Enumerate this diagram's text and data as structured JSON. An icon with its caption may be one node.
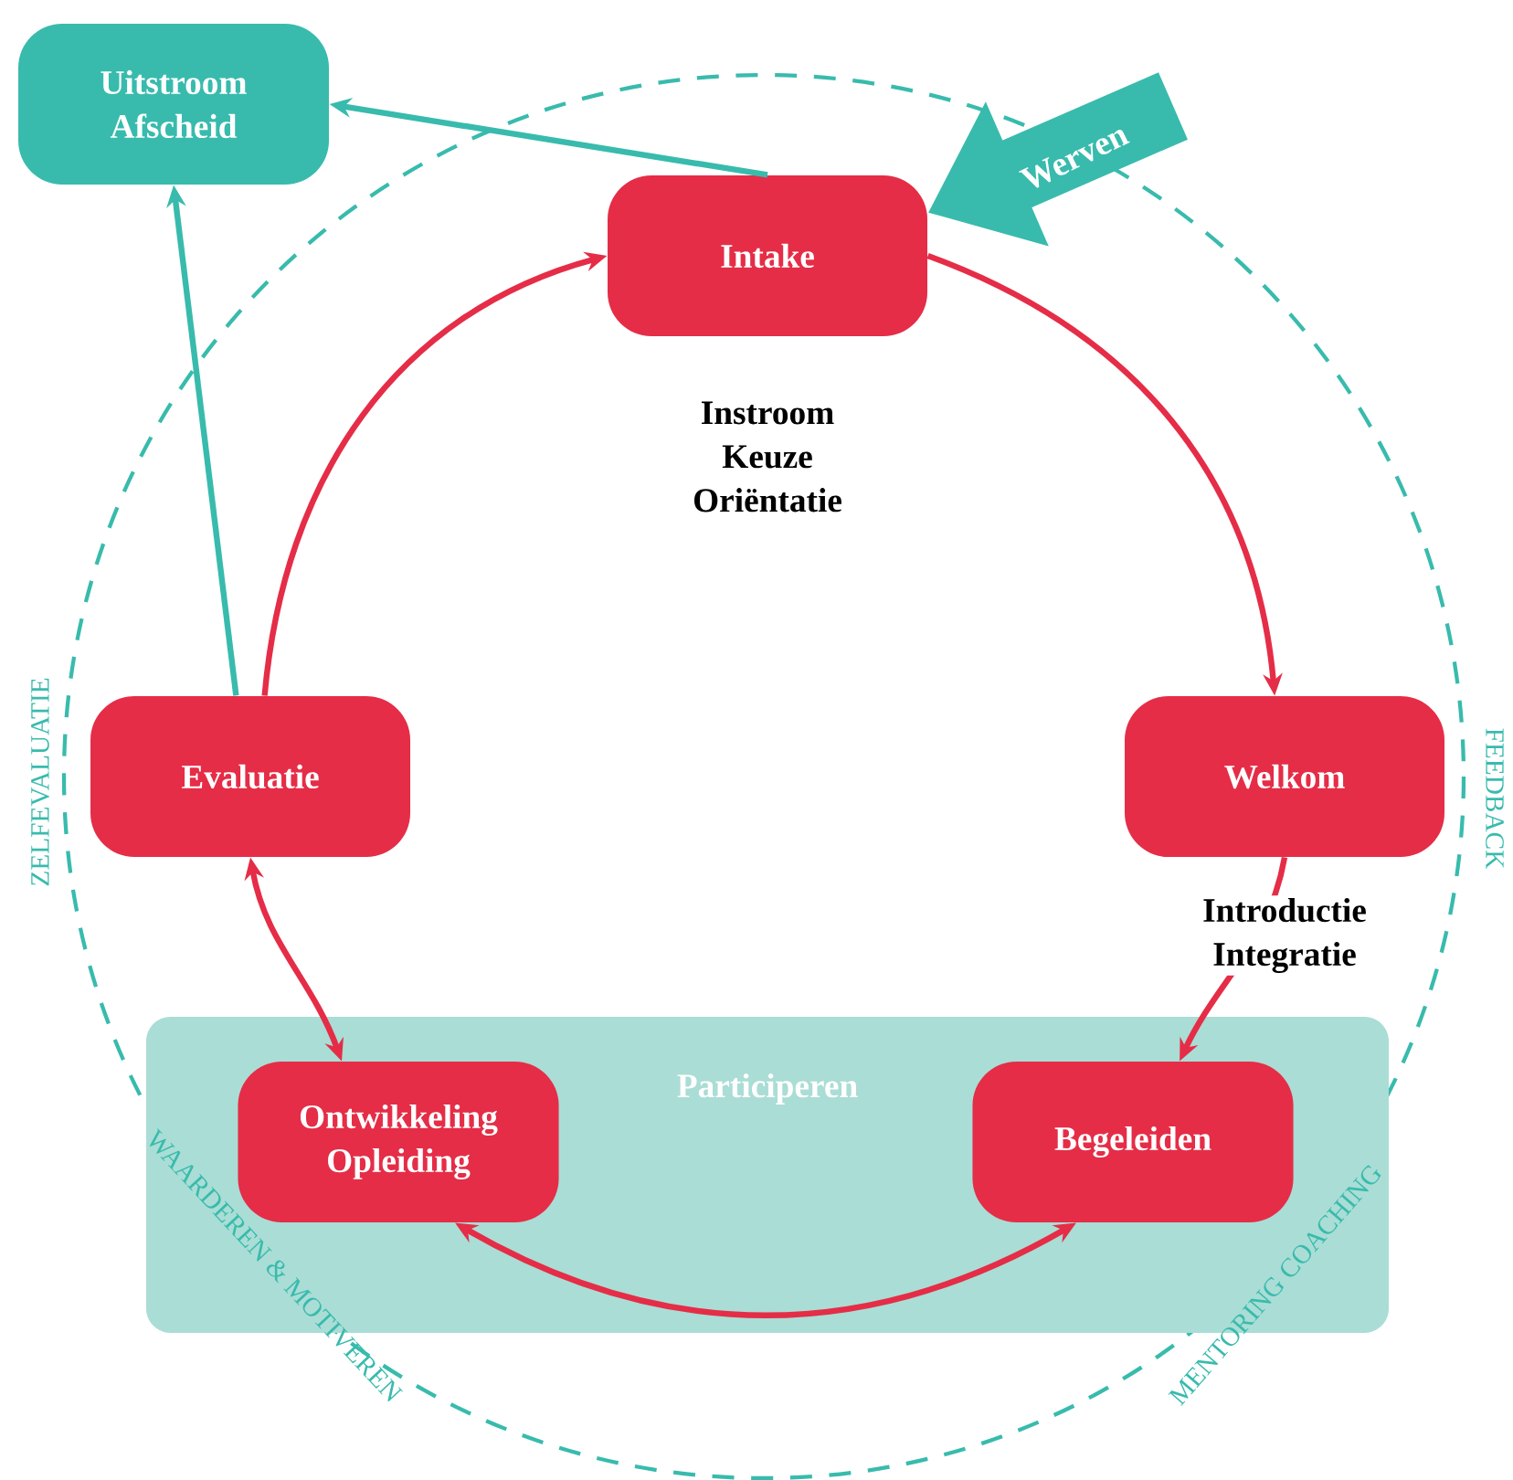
{
  "diagram": {
    "nodes": [
      {
        "text": [
          "Uitstroom Afscheid"
        ]
      },
      {
        "text": [
          "Intake"
        ]
      },
      {
        "text": [
          "Welkom"
        ]
      },
      {
        "text": [
          "Evaluatie"
        ]
      },
      {
        "text": [
          "Participeren"
        ]
      },
      {
        "text": [
          "Ontwikkeling Opleiding"
        ],
        "in": 4
      },
      {
        "text": [
          "Begeleiden"
        ],
        "in": 4
      }
    ],
    "edges": [
      {
        "from": null,
        "to": 1,
        "arrow": "to",
        "label": "Werven",
        "style": "thick",
        "color": "#38bbad"
      },
      {
        "from": 1,
        "to": 0,
        "arrow": "to",
        "color": "#38bbad"
      },
      {
        "from": 3,
        "to": 0,
        "arrow": "to",
        "color": "#38bbad"
      },
      {
        "from": 1,
        "to": 2,
        "arrow": "to"
      },
      {
        "from": 2,
        "to": 6,
        "arrow": "to",
        "label": "Introductie Integratie"
      },
      {
        "from": 6,
        "to": 5,
        "arrow": "both"
      },
      {
        "from": 5,
        "to": 3,
        "arrow": "both"
      },
      {
        "from": 3,
        "to": 1,
        "arrow": "to"
      }
    ],
    "labels": [
      "Instroom Keuze Oriëntatie",
      "ZELFEVALUATIE",
      "FEEDBACK",
      "WAARDEREN & MOTIVEREN",
      "MENTORING COACHING"
    ]
  }
}
